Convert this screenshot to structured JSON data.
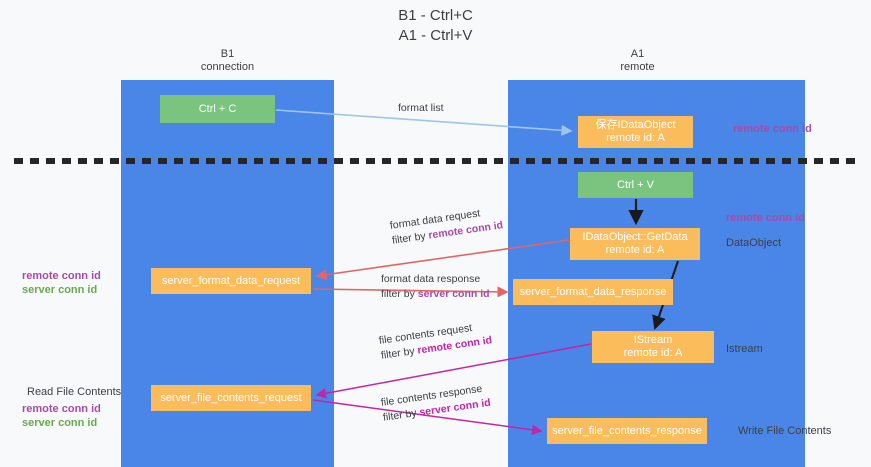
{
  "title": {
    "line1": "B1 - Ctrl+C",
    "line2": "A1 - Ctrl+V"
  },
  "lanes": [
    {
      "id": "b1",
      "name": "B1",
      "sub": "connection",
      "color": "#4a86e8"
    },
    {
      "id": "a1",
      "name": "A1",
      "sub": "remote",
      "color": "#4a86e8"
    }
  ],
  "nodes": {
    "ctrl_c": {
      "label": "Ctrl + C",
      "color": "#7ac47f"
    },
    "save_dataobject": {
      "line1": "保存IDataObject",
      "line2": "remote id: A",
      "color": "#fbbc5c"
    },
    "ctrl_v": {
      "label": "Ctrl + V",
      "color": "#7ac47f"
    },
    "getdata": {
      "line1": "IDataObject::GetData",
      "line2": "remote id: A",
      "color": "#fbbc5c"
    },
    "server_format_data_request": {
      "label": "server_format_data_request",
      "color": "#fbbc5c"
    },
    "server_format_data_response": {
      "label": "server_format_data_response",
      "color": "#fbbc5c"
    },
    "istream": {
      "line1": "IStream",
      "line2": "remote id: A",
      "color": "#fbbc5c"
    },
    "server_file_contents_request": {
      "label": "server_file_contents_request",
      "color": "#fbbc5c"
    },
    "server_file_contents_response": {
      "label": "server_file_contents_response",
      "color": "#fbbc5c"
    }
  },
  "edges": {
    "format_list": {
      "label": "format list",
      "color": "#9fc5e8"
    },
    "format_data_request": {
      "line1": "format data request",
      "line2_prefix": "filter by ",
      "line2_key": "remote conn id",
      "color": "#e06666"
    },
    "format_data_response": {
      "line1": "format data response",
      "line2_prefix": "filter by ",
      "line2_key": "server conn id",
      "color": "#e06666"
    },
    "file_contents_request": {
      "line1": "file contents request",
      "line2_prefix": "filter by ",
      "line2_key": "remote conn id",
      "color": "#c026a8"
    },
    "file_contents_response": {
      "line1": "file contents response",
      "line2_prefix": "filter by ",
      "line2_key": "server conn id",
      "color": "#c026a8"
    }
  },
  "annotations": {
    "remote_conn_id_top": "remote conn id",
    "remote_conn_id_mid": "remote conn id",
    "dataobject": "DataObject",
    "istream": "Istream",
    "write_file_contents": "Write File Contents",
    "read_file_contents": "Read File Contents",
    "left_remote_conn_id_1": "remote conn id",
    "left_server_conn_id_1": "server conn id",
    "left_remote_conn_id_2": "remote conn id",
    "left_server_conn_id_2": "server conn id"
  },
  "colors": {
    "lane": "#4a86e8",
    "green_node": "#7ac47f",
    "orange_node": "#fbbc5c",
    "purple_text": "#a64ca6",
    "green_text": "#6aa84f",
    "magenta_text": "#c026a8",
    "red_arrow": "#e06666",
    "blue_arrow": "#9fc5e8",
    "divider": "#262626",
    "background": "#f8f9fa"
  }
}
